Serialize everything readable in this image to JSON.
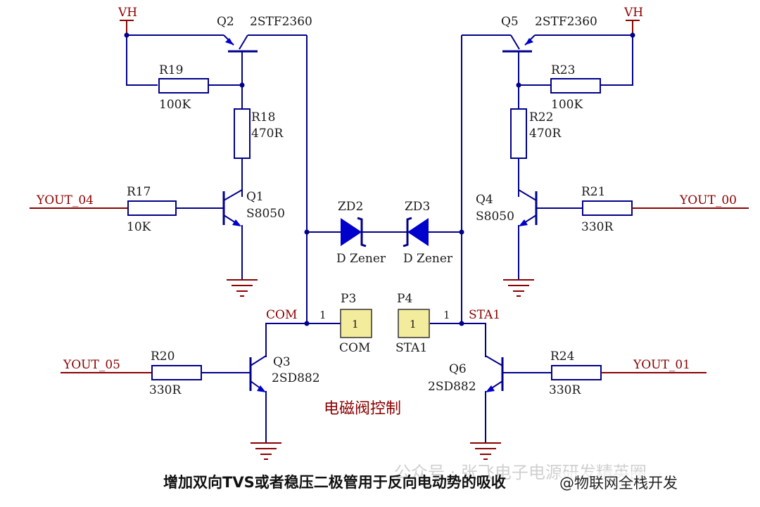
{
  "labels": {
    "vh_left": "VH",
    "vh_right": "VH",
    "q2": "Q2",
    "q2_part": "2STF2360",
    "q5": "Q5",
    "q5_part": "2STF2360",
    "r19": "R19",
    "r19_val": "100K",
    "r23": "R23",
    "r23_val": "100K",
    "r18": "R18",
    "r18_val": "470R",
    "r22": "R22",
    "r22_val": "470R",
    "r17": "R17",
    "r17_val": "10K",
    "r21": "R21",
    "r21_val": "330R",
    "q1": "Q1",
    "q1_part": "S8050",
    "q4": "Q4",
    "q4_part": "S8050",
    "yout04": "YOUT_04",
    "yout00": "YOUT_00",
    "zd2": "ZD2",
    "zd2_part": "D Zener",
    "zd3": "ZD3",
    "zd3_part": "D Zener",
    "p3": "P3",
    "p3_pin": "1",
    "p3_net": "COM",
    "p3_num": "1",
    "p4": "P4",
    "p4_pin": "1",
    "p4_net": "STA1",
    "p4_num": "1",
    "com_net": "COM",
    "sta1_net": "STA1",
    "yout05": "YOUT_05",
    "yout01": "YOUT_01",
    "r20": "R20",
    "r20_val": "330R",
    "r24": "R24",
    "r24_val": "330R",
    "q3": "Q3",
    "q3_part": "2SD882",
    "q6": "Q6",
    "q6_part": "2SD882",
    "subtitle": "电磁阀控制"
  },
  "caption": "增加双向TVS或者稳压二极管用于反向电动势的吸收",
  "watermark_channel": "公众号 · 张飞电子电源研发精英圈",
  "watermark_account": "@物联网全栈开发",
  "colors": {
    "wire": "#00008b",
    "net_label": "#8b0000",
    "connector": "#f3ec9c"
  }
}
